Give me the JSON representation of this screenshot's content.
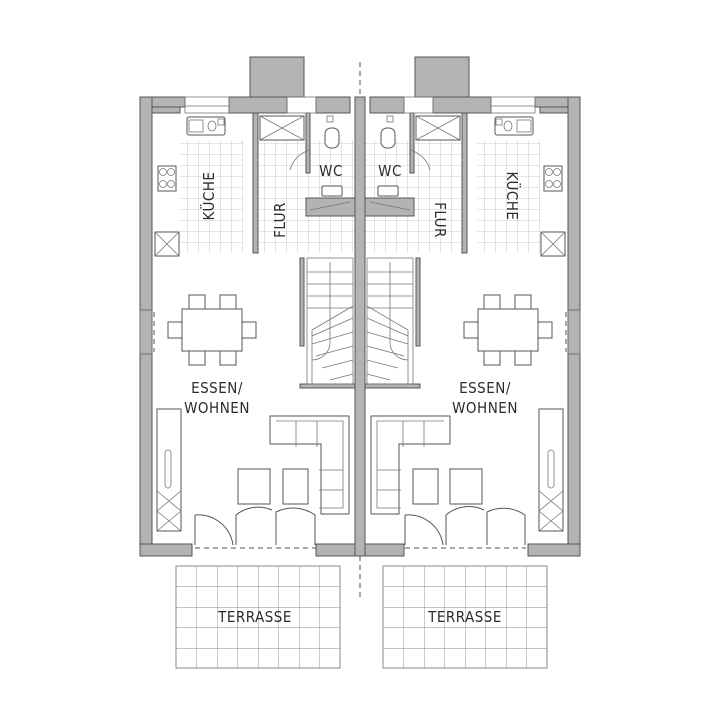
{
  "plan": {
    "type": "floor-plan",
    "description": "Ground floor of a semi-detached house (Doppelhaus), two mirrored units",
    "colors": {
      "wall_fill": "#b3b3b3",
      "wall_stroke": "#555555",
      "tile_grid": "#bdbdbd",
      "text": "#2b2b2b",
      "background": "#ffffff"
    }
  },
  "left_unit": {
    "rooms": {
      "kitchen": "KÜCHE",
      "hall": "FLUR",
      "wc": "WC",
      "living_line1": "ESSEN/",
      "living_line2": "WOHNEN",
      "terrace": "TERRASSE"
    }
  },
  "right_unit": {
    "rooms": {
      "kitchen": "KÜCHE",
      "hall": "FLUR",
      "wc": "WC",
      "living_line1": "ESSEN/",
      "living_line2": "WOHNEN",
      "terrace": "TERRASSE"
    }
  }
}
